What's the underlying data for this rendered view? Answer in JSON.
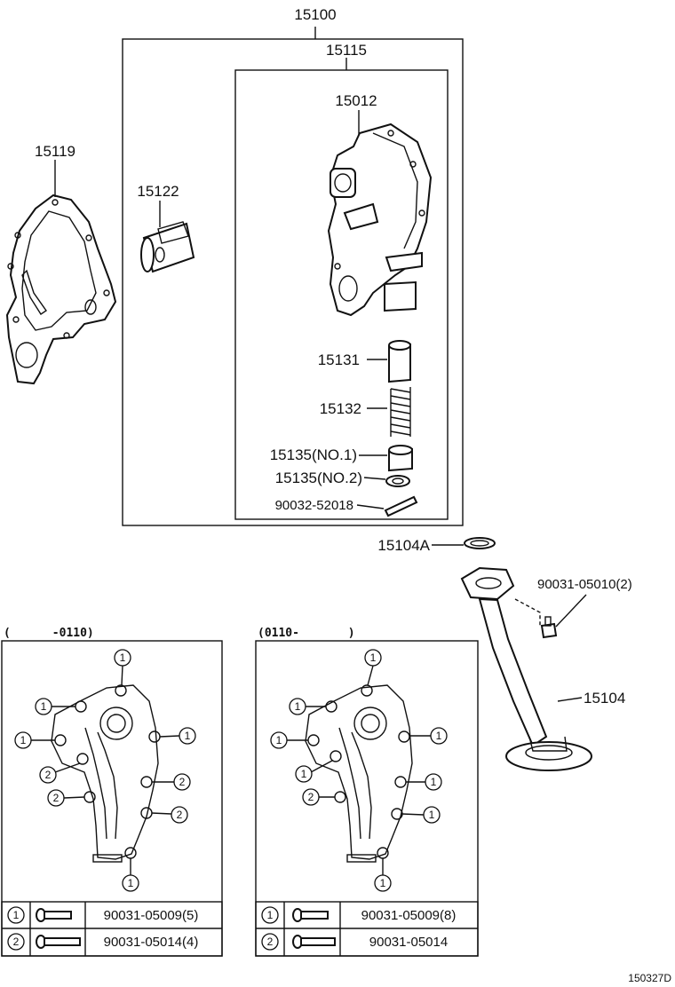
{
  "callouts": {
    "assembly": "15100",
    "subassembly": "15115",
    "pump_body": "15012",
    "gasket": "15119",
    "rotor": "15122",
    "valve": "15131",
    "spring": "15132",
    "retainer_1": "15135(NO.1)",
    "retainer_2": "15135(NO.2)",
    "pin": "90032-52018",
    "oring": "15104A",
    "strainer_bolt": "90031-05010(2)",
    "strainer": "15104"
  },
  "variants": [
    {
      "range": "(      -0110)",
      "bolts": [
        {
          "key": "1",
          "part": "90031-05009(5)"
        },
        {
          "key": "2",
          "part": "90031-05014(4)"
        }
      ]
    },
    {
      "range": "(0110-       )",
      "bolts": [
        {
          "key": "1",
          "part": "90031-05009(8)"
        },
        {
          "key": "2",
          "part": "90031-05014"
        }
      ]
    }
  ],
  "figure_id": "150327D"
}
